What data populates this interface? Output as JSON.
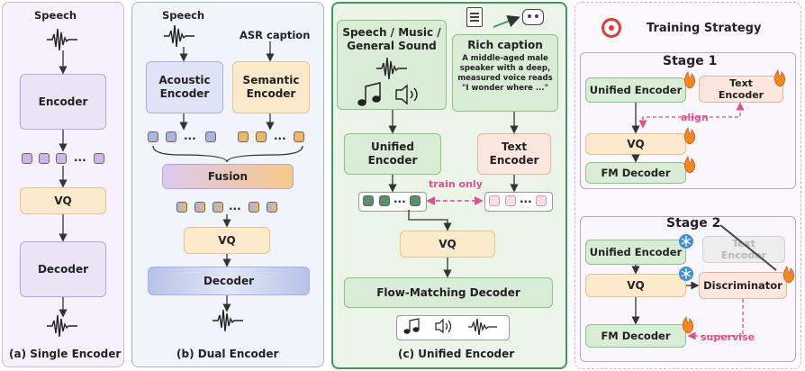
{
  "panel_a": {
    "input_label": "Speech",
    "encoder": "Encoder",
    "vq": "VQ",
    "decoder": "Decoder",
    "ellipsis": "...",
    "caption": "(a) Single Encoder"
  },
  "panel_b": {
    "speech_label": "Speech",
    "asr_label": "ASR caption",
    "acoustic_encoder": "Acoustic\nEncoder",
    "semantic_encoder": "Semantic\nEncoder",
    "fusion": "Fusion",
    "vq": "VQ",
    "decoder": "Decoder",
    "ellipsis": "...",
    "caption": "(b) Dual Encoder"
  },
  "panel_c": {
    "input_title": "Speech / Music /\nGeneral Sound",
    "rich_caption_title": "Rich caption",
    "rich_caption_text": "A middle-aged male speaker with a deep, measured voice reads \"I wonder where ...\"",
    "unified_encoder": "Unified\nEncoder",
    "text_encoder": "Text\nEncoder",
    "train_only": "train only",
    "vq": "VQ",
    "decoder": "Flow-Matching Decoder",
    "ellipsis": "...",
    "caption": "(c) Unified Encoder"
  },
  "panel_d": {
    "title": "Training Strategy",
    "stage1": {
      "title": "Stage 1",
      "unified_encoder": "Unified Encoder",
      "text_encoder": "Text\nEncoder",
      "align": "align",
      "vq": "VQ",
      "fm_decoder": "FM Decoder"
    },
    "stage2": {
      "title": "Stage 2",
      "unified_encoder": "Unified Encoder",
      "text_encoder": "Text\nEncoder",
      "vq": "VQ",
      "discriminator": "Discriminator",
      "fm_decoder": "FM Decoder",
      "supervise": "supervise"
    }
  },
  "colors": {
    "purple_box": "#ece3f7",
    "orange_box": "#fde9cc",
    "green_box": "#e3f1e1",
    "gray_box": "#dcdcdc",
    "green_frame": "#3c9a5f",
    "pink_label": "#e0508c",
    "flame": "#f08a1c",
    "snowflake": "#3e8fd9"
  }
}
